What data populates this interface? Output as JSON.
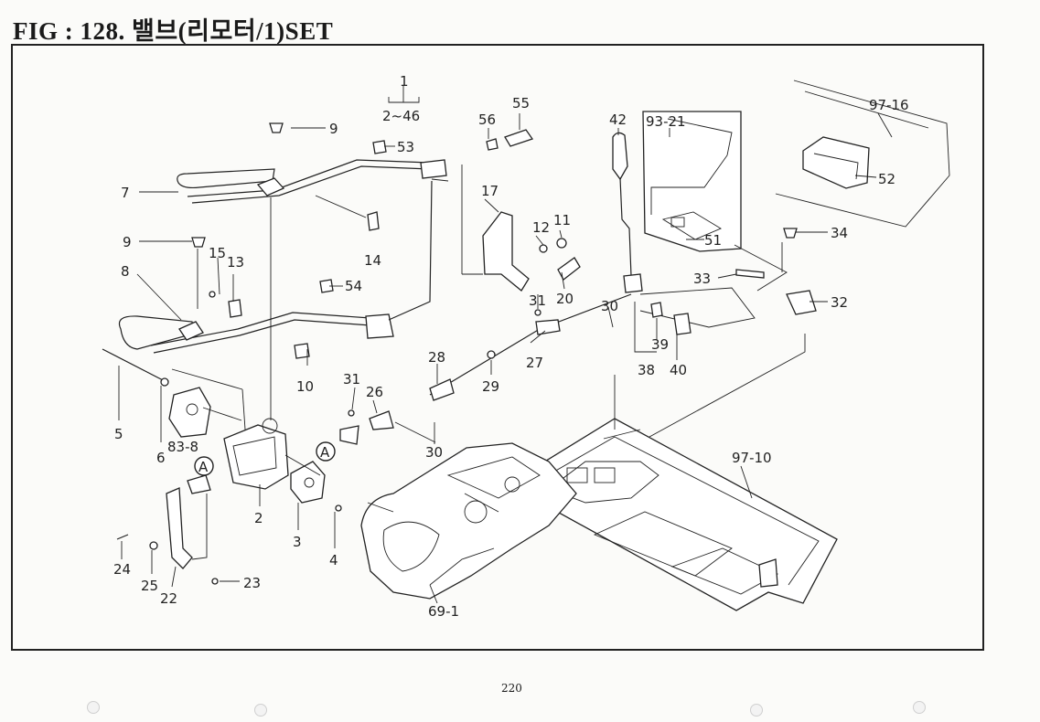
{
  "title": "FIG : 128.  밸브(리모터/1)SET",
  "page_number": "220",
  "callouts": {
    "c1": "1",
    "c2_46": "2~46",
    "c2": "2",
    "c3": "3",
    "c4": "4",
    "c5": "5",
    "c6": "6",
    "c7": "7",
    "c8": "8",
    "c9a": "9",
    "c9b": "9",
    "c10": "10",
    "c11": "11",
    "c12": "12",
    "c13": "13",
    "c14": "14",
    "c15": "15",
    "c17": "17",
    "c20": "20",
    "c22": "22",
    "c23": "23",
    "c24": "24",
    "c25": "25",
    "c26": "26",
    "c27": "27",
    "c28": "28",
    "c29": "29",
    "c30a": "30",
    "c30b": "30",
    "c31a": "31",
    "c31b": "31",
    "c32": "32",
    "c33": "33",
    "c34": "34",
    "c38": "38",
    "c39": "39",
    "c40": "40",
    "c42": "42",
    "c51": "51",
    "c52": "52",
    "c53": "53",
    "c54": "54",
    "c55": "55",
    "c56": "56",
    "c69_1": "69-1",
    "c83_8": "83-8",
    "c93_21": "93-21",
    "c97_10": "97-10",
    "c97_16": "97-16",
    "markA1": "A",
    "markA2": "A"
  }
}
